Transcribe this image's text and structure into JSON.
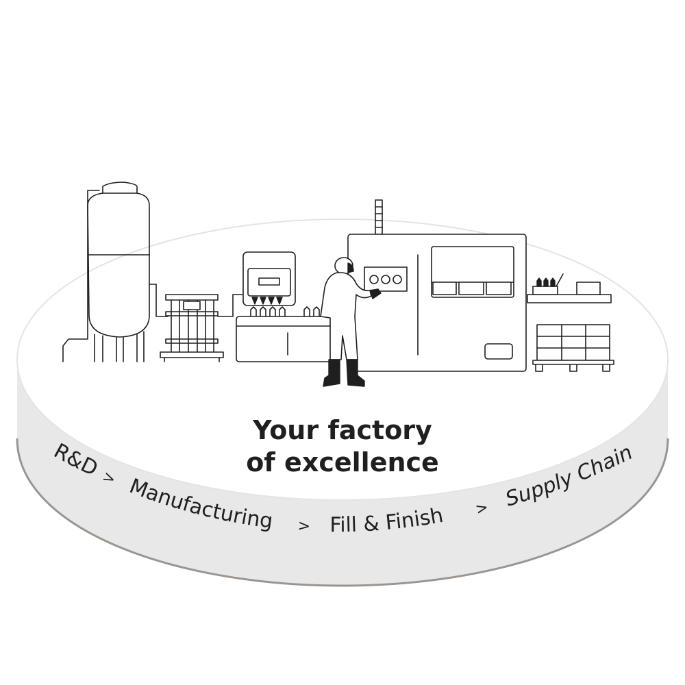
{
  "title": {
    "line1": "Your factory",
    "line2": "of excellence"
  },
  "stages": [
    {
      "label": "R&D"
    },
    {
      "label": "Manufacturing"
    },
    {
      "label": "Fill & Finish"
    },
    {
      "label": "Supply Chain"
    }
  ],
  "separator": ">",
  "colors": {
    "platform_top": "#ffffff",
    "platform_side": "#e8e8e8",
    "platform_edge": "#9a9590",
    "ink": "#1f1f1f"
  },
  "icons": [
    "tank-icon",
    "filter-rack-icon",
    "filling-machine-icon",
    "operator-icon",
    "processing-machine-icon",
    "pallet-icon"
  ]
}
